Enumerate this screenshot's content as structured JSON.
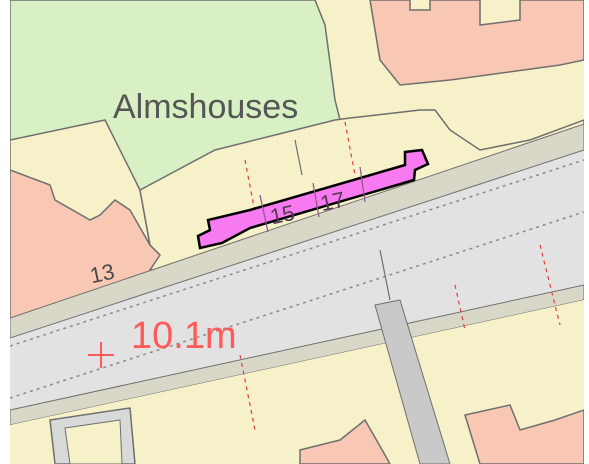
{
  "map": {
    "labels": {
      "area_name": "Almshouses",
      "house_13": "13",
      "house_15": "15",
      "house_17": "17",
      "spot_height": "10.1m"
    },
    "colors": {
      "building_fill": "#f6f1c8",
      "garden_fill": "#d8f0c4",
      "road_fill": "#e2e2e2",
      "road_casing": "#d9d8c8",
      "land_fill": "#f8c8b4",
      "property_line": "#6f6f6f",
      "parcel_line": "#e04040",
      "highlight_fill": "#f77af0",
      "highlight_stroke": "#000000",
      "spot_height_color": "#ff5a5a",
      "footway_fill": "#c9c9c9"
    },
    "icons": {
      "spot_height_marker": "plus-marker-icon"
    }
  }
}
